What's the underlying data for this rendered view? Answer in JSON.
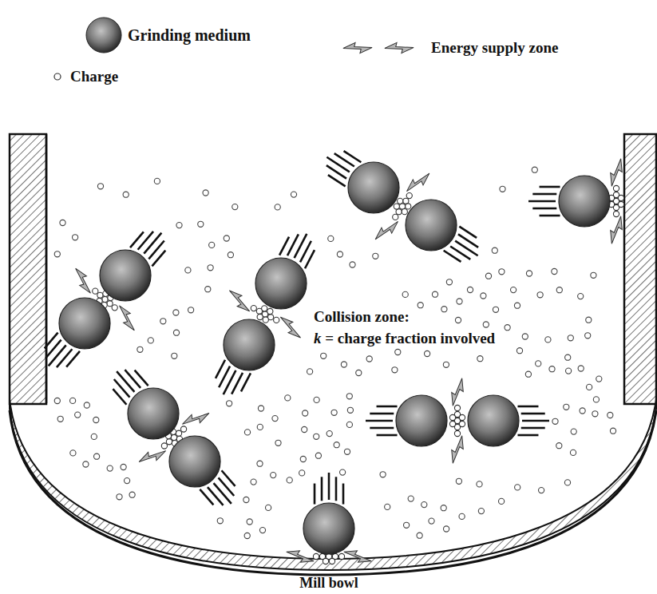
{
  "diagram": {
    "labels": [
      "Collision zone:",
      "k = charge fraction involved",
      "Mill bowl"
    ],
    "legend": [
      {
        "text": "Grinding medium"
      },
      {
        "text": "Energy supply zone"
      },
      {
        "text": "Charge"
      }
    ]
  }
}
